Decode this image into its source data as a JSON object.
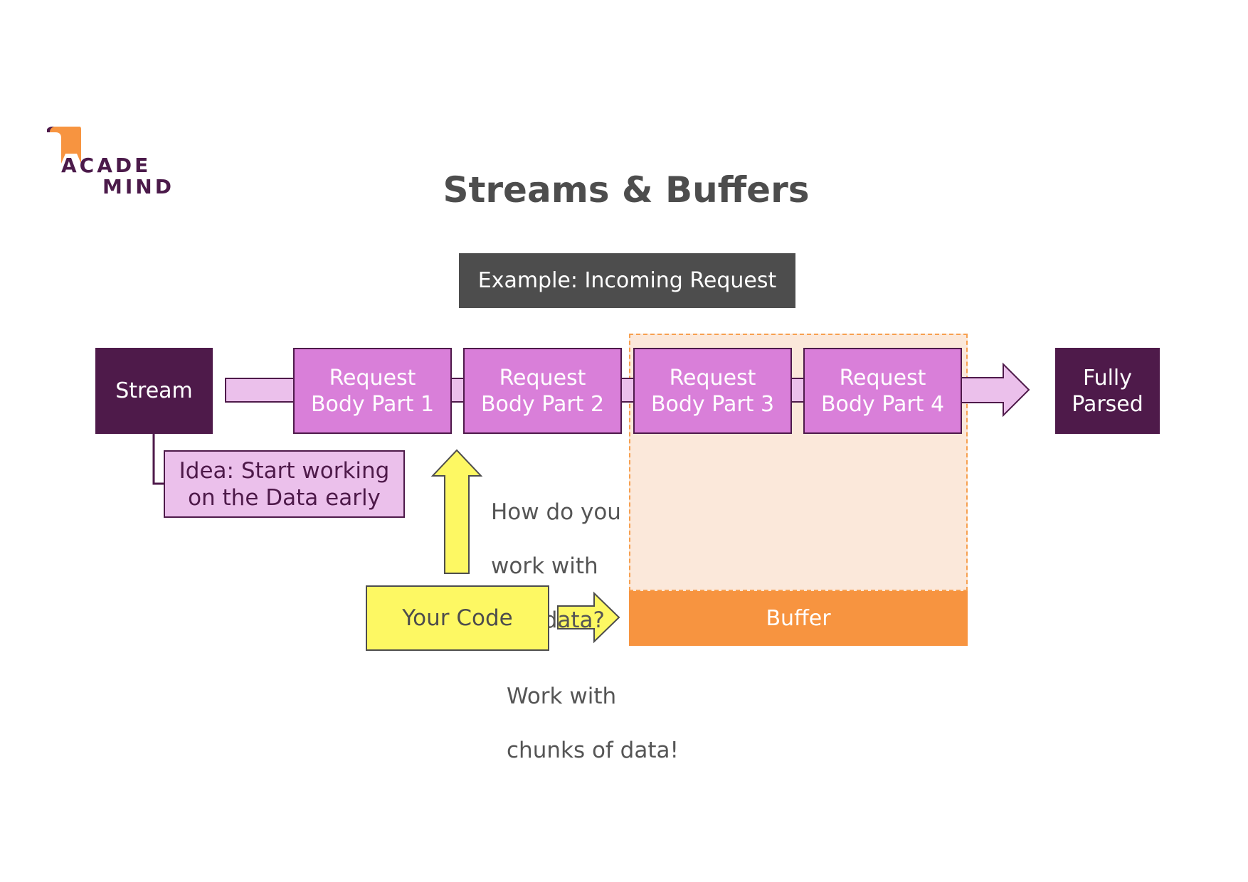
{
  "logo": {
    "line1": "ACADE",
    "line2": "MIND"
  },
  "title": "Streams & Buffers",
  "example_label": "Example: Incoming Request",
  "stream_label": "Stream",
  "parts": [
    {
      "line1": "Request",
      "line2": "Body Part 1"
    },
    {
      "line1": "Request",
      "line2": "Body Part 2"
    },
    {
      "line1": "Request",
      "line2": "Body Part 3"
    },
    {
      "line1": "Request",
      "line2": "Body Part 4"
    }
  ],
  "fully_parsed": {
    "line1": "Fully",
    "line2": "Parsed"
  },
  "idea": {
    "line1": "Idea: Start working",
    "line2": "on the Data early"
  },
  "question": {
    "line1": "How do you",
    "line2": "work with",
    "line3": "flow data?"
  },
  "your_code": "Your Code",
  "buffer_label": "Buffer",
  "chunks_note": {
    "line1": "Work with",
    "line2": "chunks of data!"
  },
  "colors": {
    "dark_purple": "#4e1a4a",
    "part_purple": "#d97fd9",
    "light_purple": "#ebc0eb",
    "buffer_orange": "#f79440",
    "buffer_area": "#fbe8da",
    "yellow": "#fdf863",
    "gray": "#4d4d4d",
    "logo_orange": "#f79440"
  }
}
